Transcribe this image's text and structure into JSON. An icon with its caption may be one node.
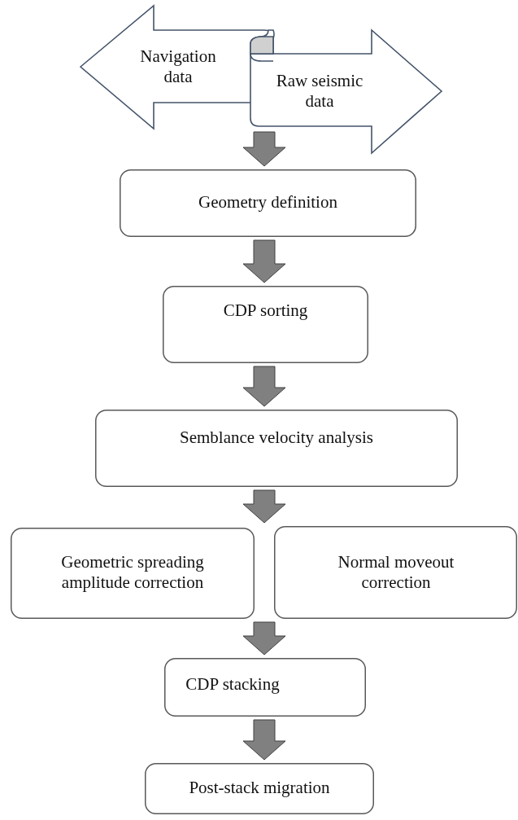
{
  "diagram": {
    "nodes": [
      {
        "text": [
          "Navigation data"
        ]
      },
      {
        "text": [
          "Raw seismic data"
        ]
      },
      {
        "text": [
          "Geometry definition"
        ]
      },
      {
        "text": [
          "CDP sorting"
        ]
      },
      {
        "text": [
          "Semblance velocity analysis"
        ]
      },
      {
        "text": [
          "Geometric spreading amplitude correction"
        ]
      },
      {
        "text": [
          "Normal moveout correction"
        ]
      },
      {
        "text": [
          "CDP stacking"
        ]
      },
      {
        "text": [
          "Post-stack migration"
        ]
      }
    ],
    "edges": [
      {
        "from": 0,
        "to": 2,
        "arrow": "to"
      },
      {
        "from": 1,
        "to": 2,
        "arrow": "to"
      },
      {
        "from": 2,
        "to": 3,
        "arrow": "to"
      },
      {
        "from": 3,
        "to": 4,
        "arrow": "to"
      },
      {
        "from": 4,
        "to": 5,
        "arrow": "to"
      },
      {
        "from": 4,
        "to": 6,
        "arrow": "to"
      },
      {
        "from": 5,
        "to": 7,
        "arrow": "to"
      },
      {
        "from": 6,
        "to": 7,
        "arrow": "to"
      },
      {
        "from": 7,
        "to": 8,
        "arrow": "to"
      }
    ]
  }
}
